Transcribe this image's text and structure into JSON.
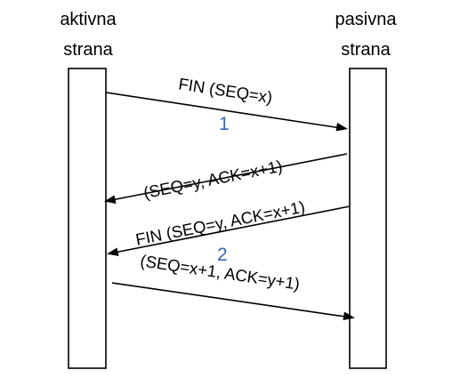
{
  "participants": {
    "active": {
      "line1": "aktivna",
      "line2": "strana"
    },
    "passive": {
      "line1": "pasivna",
      "line2": "strana"
    }
  },
  "messages": [
    {
      "label": "FIN (SEQ=x)",
      "direction": "active-to-passive"
    },
    {
      "label": "(SEQ=y, ACK=x+1)",
      "direction": "passive-to-active"
    },
    {
      "label": "FIN (SEQ=y, ACK=x+1)",
      "direction": "passive-to-active"
    },
    {
      "label": "(SEQ=x+1, ACK=y+1)",
      "direction": "active-to-passive"
    }
  ],
  "steps": [
    {
      "number": "1"
    },
    {
      "number": "2"
    }
  ],
  "colors": {
    "line": "#000000",
    "step_number": "#3a66b8"
  }
}
